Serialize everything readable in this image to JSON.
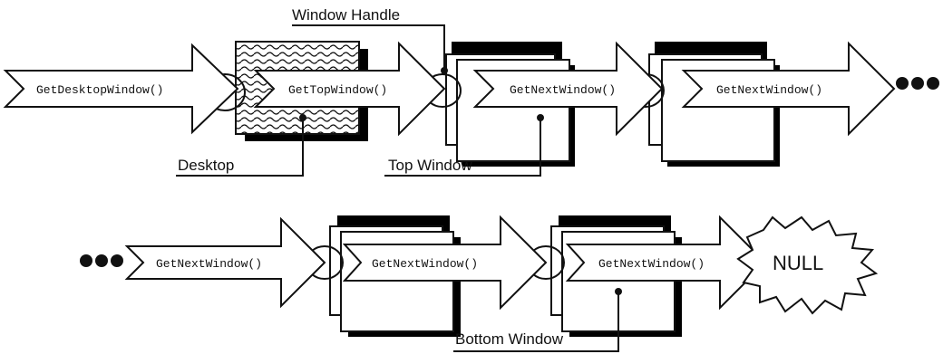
{
  "diagram": {
    "labels": {
      "window_handle": "Window Handle",
      "desktop": "Desktop",
      "top_window": "Top Window",
      "bottom_window": "Bottom Window",
      "null": "NULL"
    },
    "row1_arrows": [
      "GetDesktopWindow()",
      "GetTopWindow()",
      "GetNextWindow()",
      "GetNextWindow()"
    ],
    "row2_arrows": [
      "GetNextWindow()",
      "GetNextWindow()",
      "GetNextWindow()"
    ]
  }
}
